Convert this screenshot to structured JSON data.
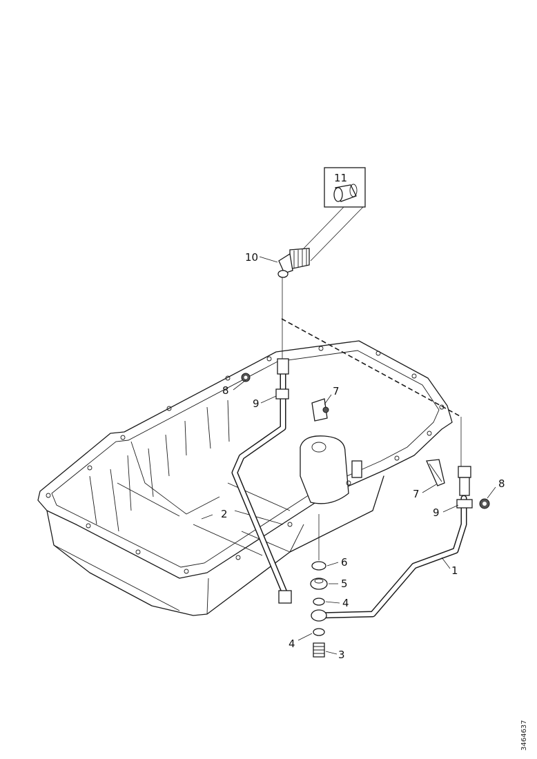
{
  "callouts": {
    "c1": "1",
    "c2": "2",
    "c3": "3",
    "c4a": "4",
    "c4b": "4",
    "c5": "5",
    "c6": "6",
    "c7a": "7",
    "c7b": "7",
    "c8a": "8",
    "c8b": "8",
    "c9a": "9",
    "c9b": "9",
    "c10": "10",
    "c11": "11"
  },
  "drawing_id": "3464637"
}
